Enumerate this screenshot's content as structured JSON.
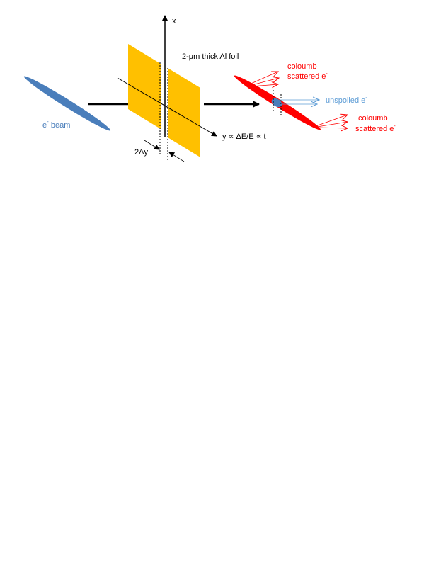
{
  "labels": {
    "x_axis": "x",
    "foil": "2-μm thick Al foil",
    "beam": "e",
    "beam_suffix": " beam",
    "beam_sup": "-",
    "y_relation": "y ∝ ΔE/E ∝ t",
    "gap": "2Δy",
    "scatter_top_line1": "coloumb",
    "scatter_top_line2": "scattered e",
    "scatter_bottom_line1": "coloumb",
    "scatter_bottom_line2": "scattered e",
    "unspoiled": "unspoiled e",
    "sup_minus": "-"
  },
  "colors": {
    "beam": "#4a7ebb",
    "foil": "#ffc000",
    "scattered": "#ff0000",
    "unspoiled": "#5b9bd5",
    "arrow": "#000000"
  }
}
